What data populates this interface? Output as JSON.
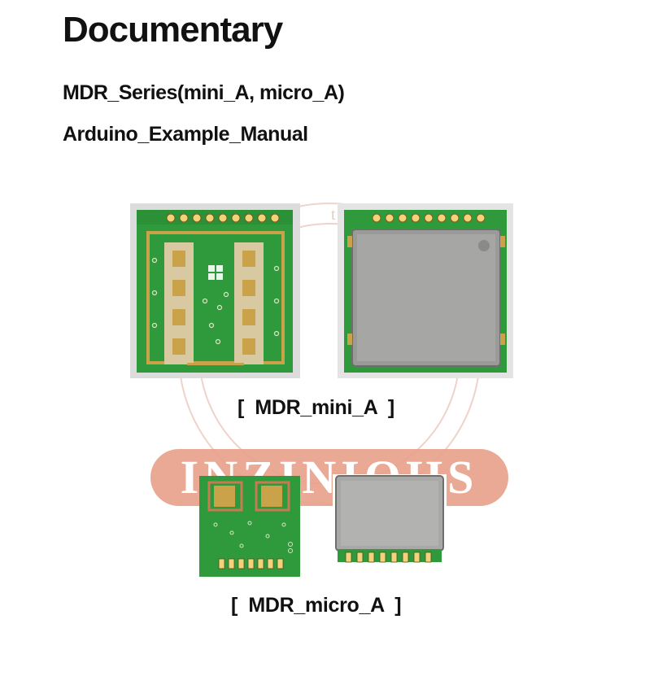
{
  "document": {
    "title": "Documentary",
    "subtitle_line1": "MDR_Series(mini_A,  micro_A)",
    "subtitle_line2": "Arduino_Example_Manual"
  },
  "watermark": {
    "text": "INZINIOHS",
    "arc_text": "t for",
    "color": "#e8a08a"
  },
  "figures": {
    "mini_caption": "[  MDR_mini_A  ]",
    "micro_caption": "[  MDR_micro_A  ]"
  },
  "colors": {
    "pcb_green": "#2f9a3c",
    "gold_pad": "#c9a24a",
    "shield_silver": "#9a9a98"
  }
}
